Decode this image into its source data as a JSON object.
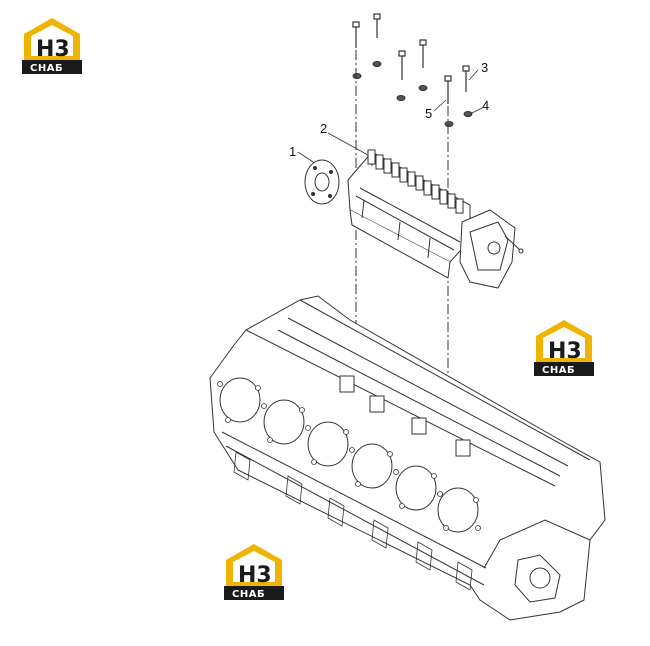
{
  "callouts": [
    {
      "id": "1",
      "label": "1"
    },
    {
      "id": "2",
      "label": "2"
    },
    {
      "id": "3",
      "label": "3"
    },
    {
      "id": "4",
      "label": "4"
    },
    {
      "id": "5",
      "label": "5"
    }
  ],
  "logo": {
    "top_text": "H3",
    "bottom_text": "CHAБ",
    "color_house": "#f0b400",
    "color_dark": "#1a1a1a"
  },
  "colors": {
    "line": "#333333",
    "light_line": "#777777"
  }
}
